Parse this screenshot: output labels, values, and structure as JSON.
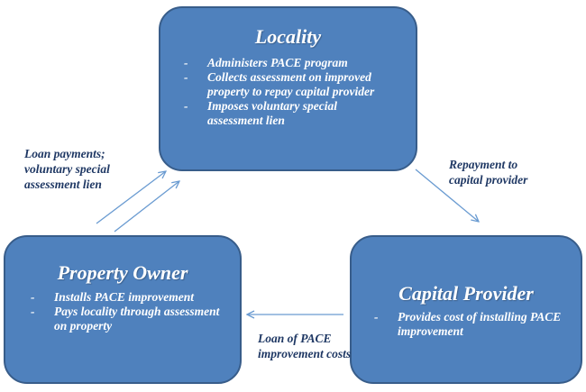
{
  "locality": {
    "title": "Locality",
    "bullets": [
      "Administers PACE program",
      "Collects assessment on improved property to repay capital provider",
      "Imposes voluntary special assessment lien"
    ]
  },
  "property_owner": {
    "title": "Property Owner",
    "bullets": [
      "Installs PACE improvement",
      "Pays locality through assessment on property"
    ]
  },
  "capital_provider": {
    "title": "Capital Provider",
    "bullets": [
      "Provides cost of installing PACE improvement"
    ]
  },
  "edges": {
    "owner_to_locality": "Loan payments; voluntary special assessment lien",
    "locality_to_provider": "Repayment to capital provider",
    "provider_to_owner": "Loan of PACE improvement costs"
  },
  "colors": {
    "box_fill": "#4f81bd",
    "box_border": "#385d8a",
    "box_text": "#ffffff",
    "label_text": "#1f3864",
    "arrow": "#6a9bd1"
  }
}
